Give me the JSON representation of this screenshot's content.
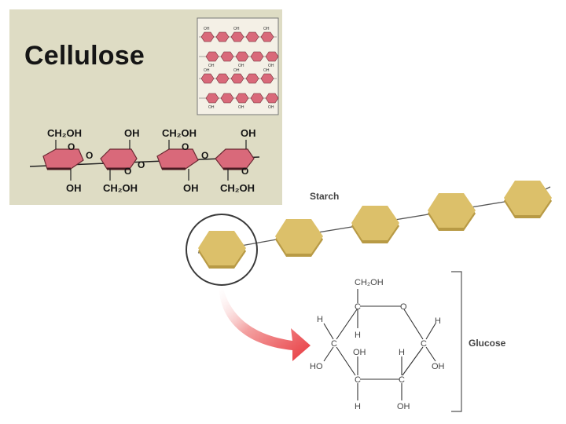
{
  "cellulose": {
    "title": "Cellulose",
    "ring_labels": {
      "ch2oh": "CH₂OH",
      "oh": "OH",
      "o": "O"
    },
    "micro_label": "OH",
    "colors": {
      "panel": "#dedcc4",
      "ring_fill": "#d9697a",
      "ring_stroke": "#6b2a33"
    }
  },
  "starch": {
    "label": "Starch",
    "colors": {
      "hex_fill": "#dcc06a",
      "hex_shadow": "#b89a45",
      "chain": "#555555"
    }
  },
  "glucose": {
    "label": "Glucose",
    "atoms": {
      "ch2oh": "CH₂OH",
      "c": "C",
      "o": "O",
      "h": "H",
      "oh": "OH",
      "ho": "HO"
    }
  },
  "arrow": {
    "color": "#e8454a"
  }
}
